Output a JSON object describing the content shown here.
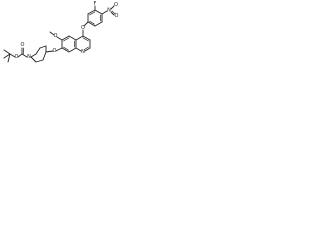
{
  "molecule": {
    "atom_labels": {
      "fluorine": "F",
      "nitro_n": "N",
      "nitro_o1": "O",
      "nitro_o2": "O",
      "aryl_ether_o": "O",
      "methoxy_o": "O",
      "quinoline_n": "N",
      "linker_o": "O",
      "piperidine_n": "N",
      "carbamate_o_single": "O",
      "carbamate_o_double": "O"
    },
    "colors": {
      "bond": "#222222",
      "background": "#ffffff"
    }
  }
}
